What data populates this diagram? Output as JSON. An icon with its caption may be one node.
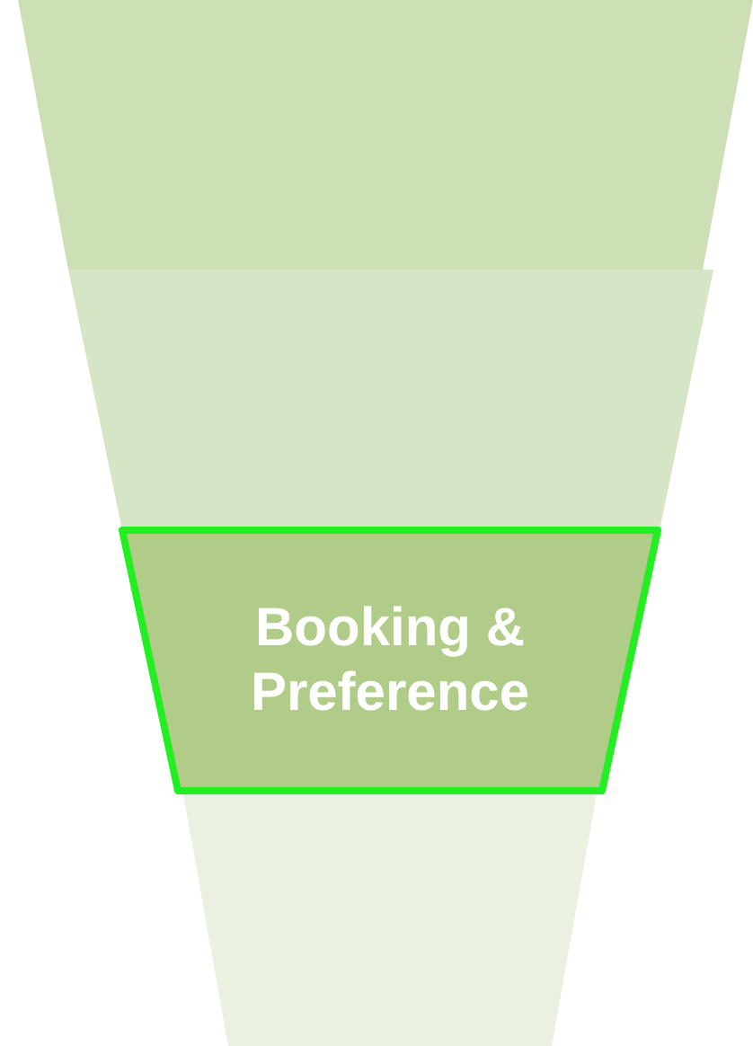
{
  "diagram": {
    "nodes": [
      {
        "text": [],
        "shape": "trapezoid"
      },
      {
        "text": [],
        "shape": "trapezoid"
      },
      {
        "text": [
          "Booking & Preference"
        ]
      },
      {
        "text": [],
        "shape": "trapezoid"
      }
    ]
  }
}
